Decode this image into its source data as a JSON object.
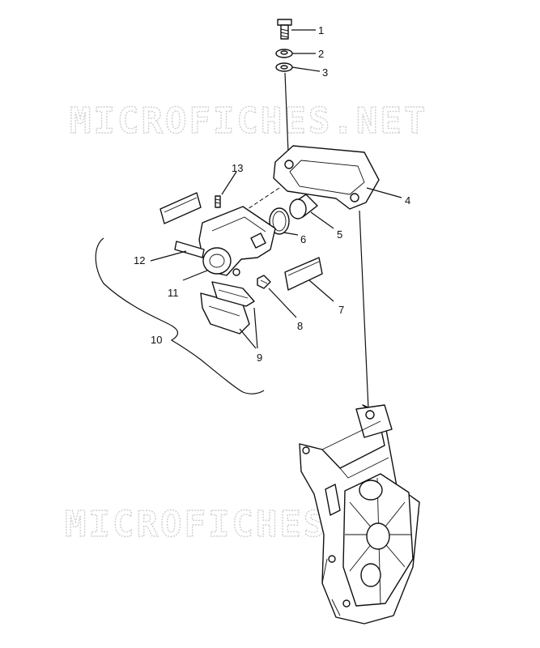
{
  "watermark": "MICROFICHES.NET",
  "callouts": [
    {
      "label": "1"
    },
    {
      "label": "2"
    },
    {
      "label": "3"
    },
    {
      "label": "4"
    },
    {
      "label": "5"
    },
    {
      "label": "6"
    },
    {
      "label": "7"
    },
    {
      "label": "8"
    },
    {
      "label": "9"
    },
    {
      "label": "10"
    },
    {
      "label": "11"
    },
    {
      "label": "12"
    },
    {
      "label": "13"
    }
  ]
}
